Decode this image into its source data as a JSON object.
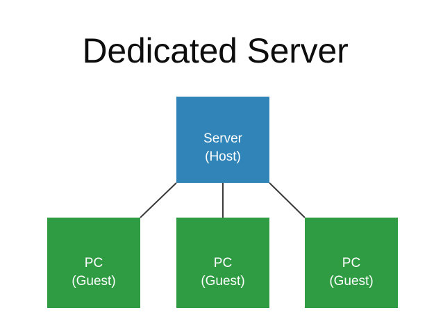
{
  "slide": {
    "title": "Dedicated Server",
    "background_color": "#ffffff",
    "title_color": "#0d0d0d"
  },
  "colors": {
    "server_fill": "#3184b8",
    "pc_fill": "#2f9b42",
    "connector": "#3a3a3a",
    "node_text": "#ffffff"
  },
  "diagram": {
    "server": {
      "line1": "Server",
      "line2": "(Host)"
    },
    "clients": [
      {
        "line1": "PC",
        "line2": "(Guest)"
      },
      {
        "line1": "PC",
        "line2": "(Guest)"
      },
      {
        "line1": "PC",
        "line2": "(Guest)"
      }
    ]
  }
}
